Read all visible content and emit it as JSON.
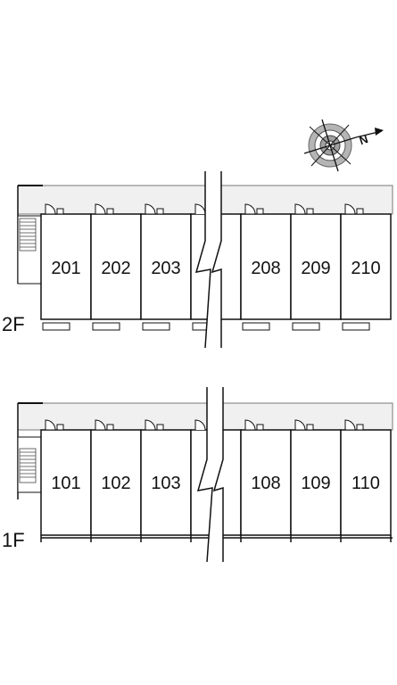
{
  "compass": {
    "label": "N"
  },
  "floors": [
    {
      "label": "2F",
      "units": [
        "201",
        "202",
        "203",
        "",
        "208",
        "209",
        "210"
      ]
    },
    {
      "label": "1F",
      "units": [
        "101",
        "102",
        "103",
        "",
        "108",
        "109",
        "110"
      ]
    }
  ]
}
